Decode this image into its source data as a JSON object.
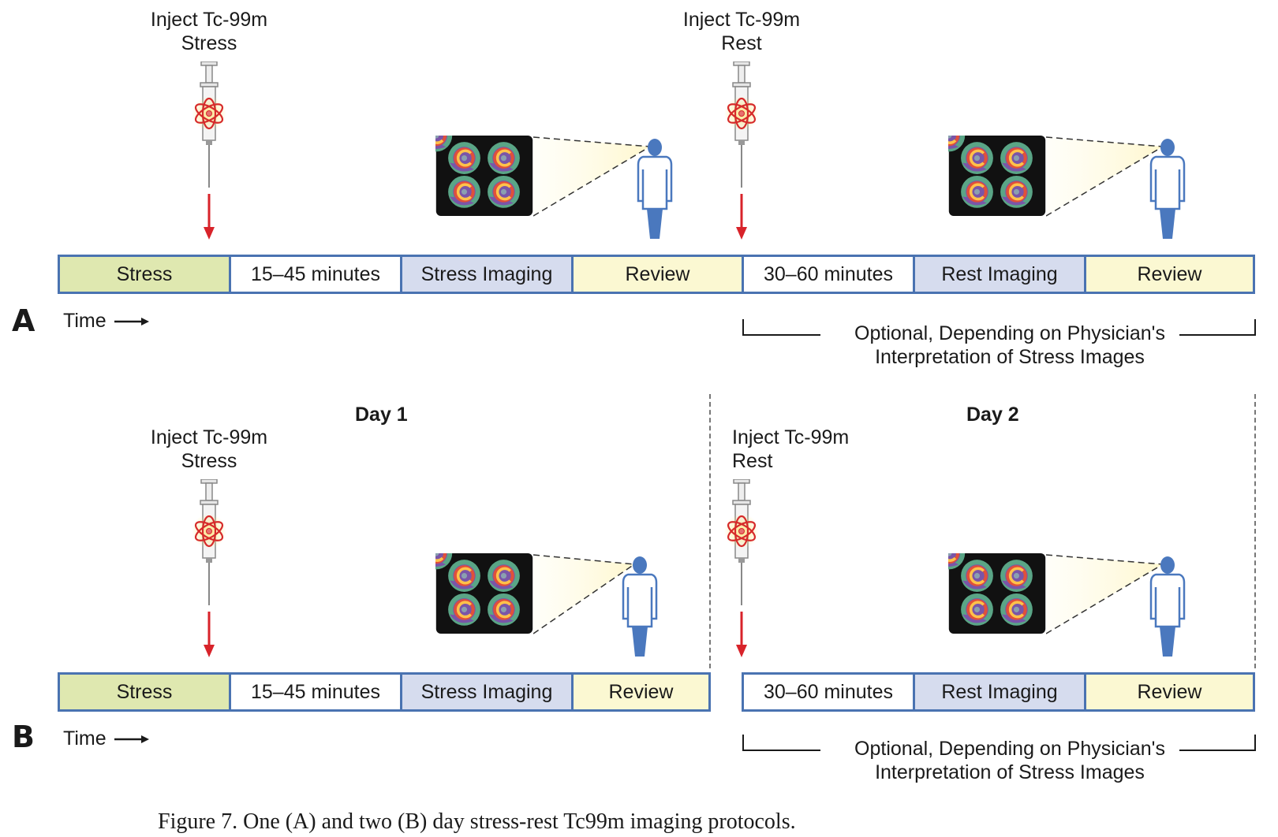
{
  "figure": {
    "caption": "Figure  7.  One (A) and two (B) day stress-rest Tc99m imaging protocols.",
    "colors": {
      "timeline_border": "#4a73b1",
      "stress": "#dfe8b0",
      "wait": "#ffffff",
      "imaging": "#d6dcee",
      "review": "#fbf8d2",
      "arrow": "#d8232a",
      "physician": "#4a78be"
    }
  },
  "panel_a": {
    "letter": "A",
    "time_label": "Time",
    "inject_stress": {
      "line1": "Inject Tc-99m",
      "line2": "Stress"
    },
    "inject_rest": {
      "line1": "Inject Tc-99m",
      "line2": "Rest"
    },
    "segments": [
      {
        "label": "Stress",
        "type": "stress"
      },
      {
        "label": "15–45 minutes",
        "type": "wait"
      },
      {
        "label": "Stress Imaging",
        "type": "imaging"
      },
      {
        "label": "Review",
        "type": "review"
      },
      {
        "label": "30–60 minutes",
        "type": "wait"
      },
      {
        "label": "Rest Imaging",
        "type": "imaging"
      },
      {
        "label": "Review",
        "type": "review"
      }
    ],
    "optional_line1": "Optional, Depending on Physician's",
    "optional_line2": "Interpretation of Stress Images"
  },
  "panel_b": {
    "letter": "B",
    "time_label": "Time",
    "day1": "Day 1",
    "day2": "Day 2",
    "inject_stress": {
      "line1": "Inject Tc-99m",
      "line2": "Stress"
    },
    "inject_rest": {
      "line1": "Inject Tc-99m",
      "line2": "Rest"
    },
    "day1_segments": [
      {
        "label": "Stress",
        "type": "stress"
      },
      {
        "label": "15–45 minutes",
        "type": "wait"
      },
      {
        "label": "Stress Imaging",
        "type": "imaging"
      },
      {
        "label": "Review",
        "type": "review"
      }
    ],
    "day2_segments": [
      {
        "label": "30–60 minutes",
        "type": "wait"
      },
      {
        "label": "Rest Imaging",
        "type": "imaging"
      },
      {
        "label": "Review",
        "type": "review"
      }
    ],
    "optional_line1": "Optional, Depending on Physician's",
    "optional_line2": "Interpretation of Stress Images"
  }
}
